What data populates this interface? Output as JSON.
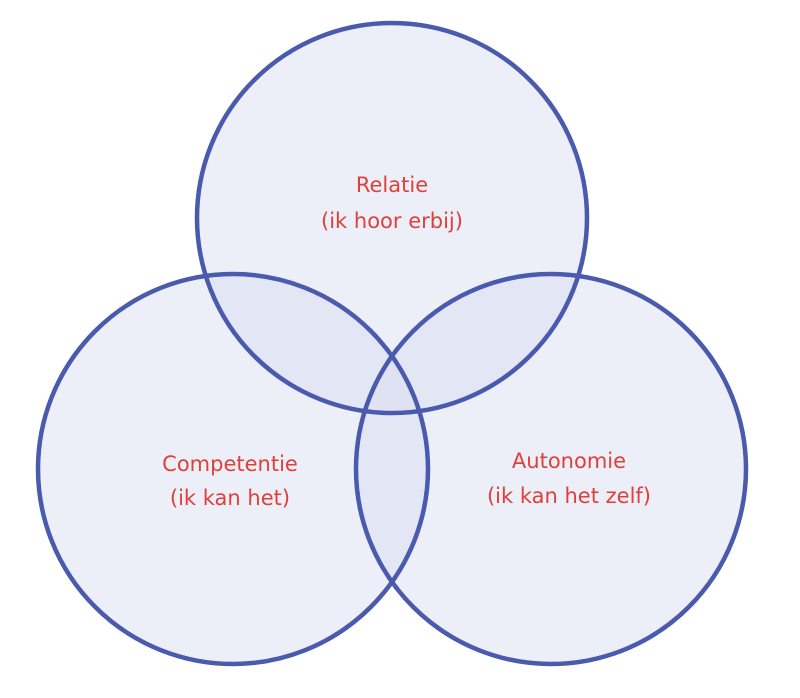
{
  "colors": {
    "stroke": "#4a5aac",
    "fill": "#d9def2",
    "label": "#e0403a",
    "background": "#ffffff"
  },
  "circles": [
    {
      "id": "relatie",
      "title": "Relatie",
      "subtitle": "(ik hoor erbij)"
    },
    {
      "id": "competentie",
      "title": "Competentie",
      "subtitle": "(ik kan het)"
    },
    {
      "id": "autonomie",
      "title": "Autonomie",
      "subtitle": "(ik kan het zelf)"
    }
  ]
}
